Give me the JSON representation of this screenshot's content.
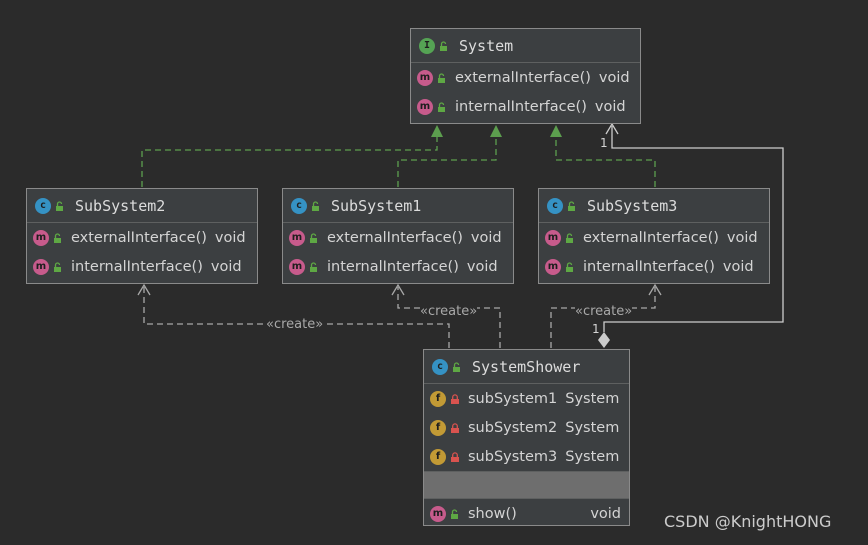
{
  "classes": {
    "system": {
      "kind_letter": "I",
      "name": "System",
      "methods": [
        {
          "name": "externalInterface()",
          "type": "void"
        },
        {
          "name": "internalInterface()",
          "type": "void"
        }
      ]
    },
    "subsystem2": {
      "kind_letter": "c",
      "name": "SubSystem2",
      "methods": [
        {
          "name": "externalInterface()",
          "type": "void"
        },
        {
          "name": "internalInterface()",
          "type": "void"
        }
      ]
    },
    "subsystem1": {
      "kind_letter": "c",
      "name": "SubSystem1",
      "methods": [
        {
          "name": "externalInterface()",
          "type": "void"
        },
        {
          "name": "internalInterface()",
          "type": "void"
        }
      ]
    },
    "subsystem3": {
      "kind_letter": "c",
      "name": "SubSystem3",
      "methods": [
        {
          "name": "externalInterface()",
          "type": "void"
        },
        {
          "name": "internalInterface()",
          "type": "void"
        }
      ]
    },
    "systemshower": {
      "kind_letter": "c",
      "name": "SystemShower",
      "fields": [
        {
          "name": "subSystem1",
          "type": "System"
        },
        {
          "name": "subSystem2",
          "type": "System"
        },
        {
          "name": "subSystem3",
          "type": "System"
        }
      ],
      "methods": [
        {
          "name": "show()",
          "type": "void"
        }
      ]
    }
  },
  "badges": {
    "method": "m",
    "field": "f"
  },
  "annotations": {
    "create1": "«create»",
    "create2": "«create»",
    "create3": "«create»",
    "mult_system": "1",
    "mult_shower": "1"
  },
  "watermark": "CSDN @KnightHONG",
  "colors": {
    "background": "#2b2b2b",
    "implements_arrow": "#5c9e4e",
    "dependency_line": "#a8a8a8",
    "aggregation_line": "#cccccc"
  }
}
